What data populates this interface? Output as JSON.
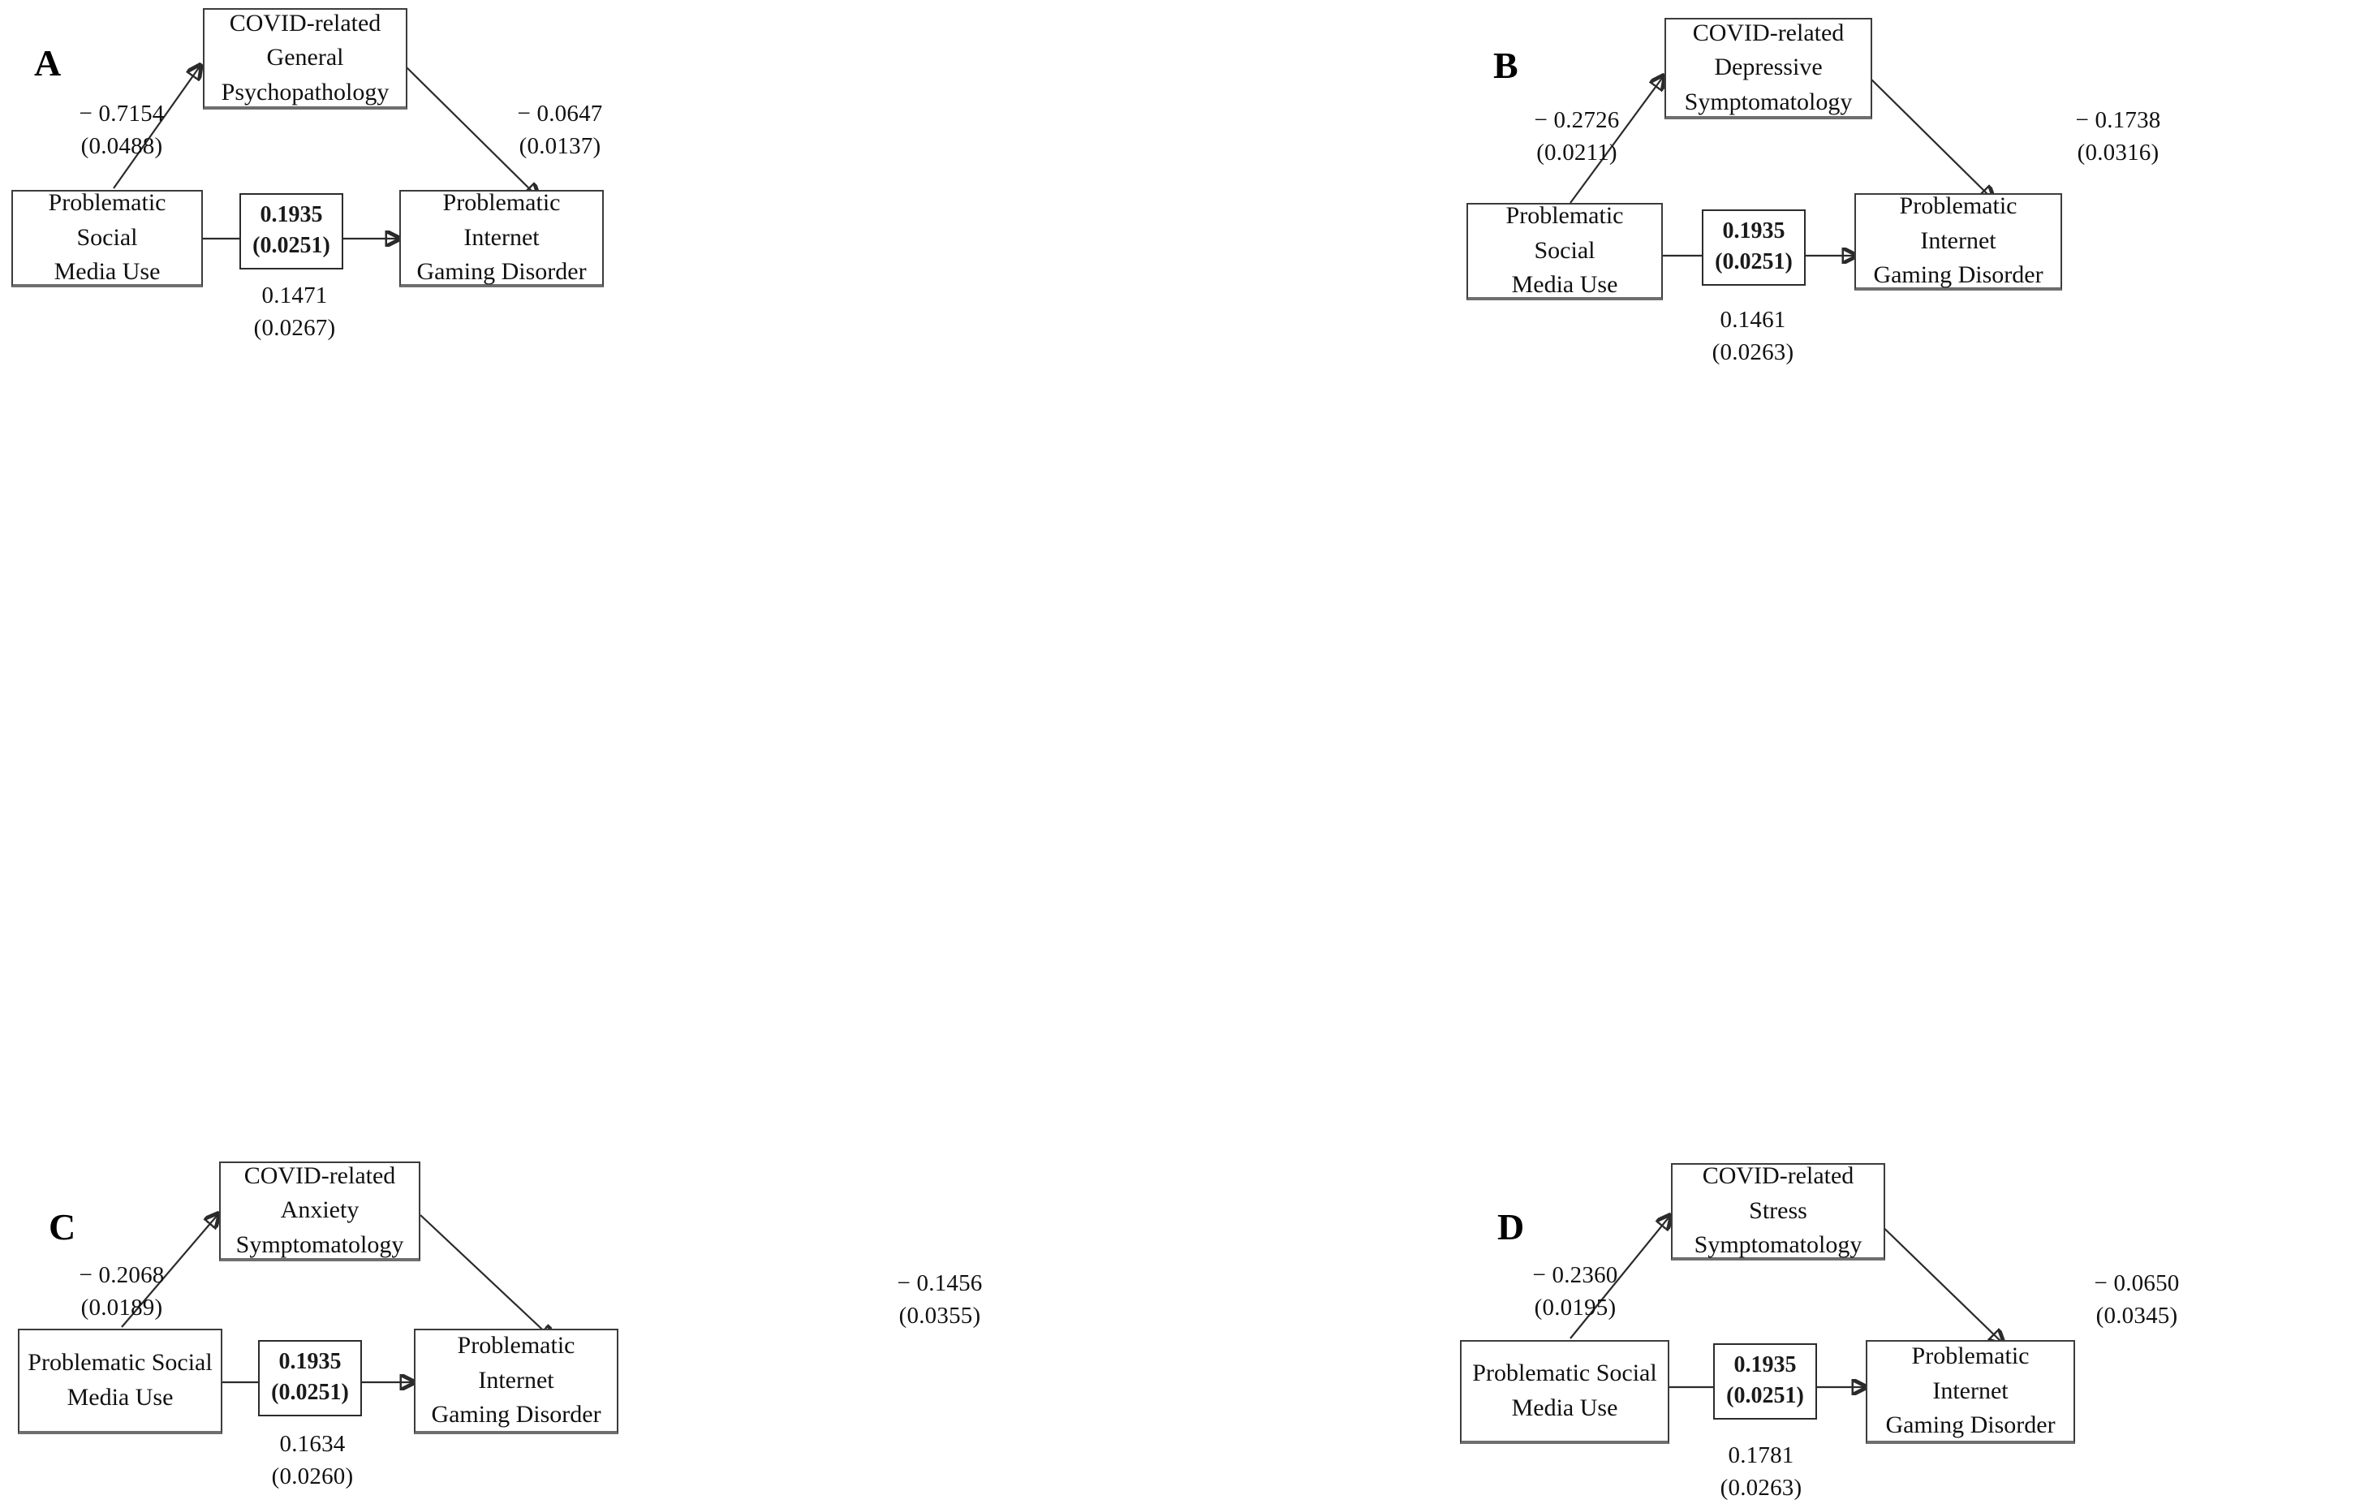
{
  "figure": {
    "type": "mediation-path-diagram-grid",
    "panel_count": 4
  },
  "common": {
    "predictor_label": "Problematic Social\nMedia Use",
    "outcome_label": "Problematic Internet\nGaming Disorder",
    "direct_effect": "0.1935\n(0.0251)"
  },
  "panels": [
    {
      "letter": "A",
      "mediator_label": "COVID-related\nGeneral\nPsychopathology",
      "path_a": "− 0.7154\n(0.0488)",
      "path_b": "− 0.0647\n(0.0137)",
      "indirect_effect": "0.1471\n(0.0267)"
    },
    {
      "letter": "B",
      "mediator_label": "COVID-related\nDepressive\nSymptomatology",
      "path_a": "− 0.2726\n(0.0211)",
      "path_b": "− 0.1738\n(0.0316)",
      "indirect_effect": "0.1461\n(0.0263)"
    },
    {
      "letter": "C",
      "mediator_label": "COVID-related\nAnxiety\nSymptomatology",
      "path_a": "− 0.2068\n(0.0189)",
      "path_b": "− 0.1456\n(0.0355)",
      "indirect_effect": "0.1634\n(0.0260)"
    },
    {
      "letter": "D",
      "mediator_label": "COVID-related\nStress\nSymptomatology",
      "path_a": "− 0.2360\n(0.0195)",
      "path_b": "− 0.0650\n(0.0345)",
      "indirect_effect": "0.1781\n(0.0263)"
    }
  ],
  "chart_data": {
    "type": "diagram",
    "title": "",
    "description": "Four parallel simple mediation models (A-D) linking Problematic Social Media Use to Problematic Internet Gaming Disorder through COVID-related mental health mediators. Unstandardized coefficients with standard errors in parentheses.",
    "predictor": "Problematic Social Media Use",
    "outcome": "Problematic Internet Gaming Disorder",
    "direct_effect": {
      "estimate": 0.1935,
      "se": 0.0251,
      "boxed": true,
      "bold": true
    },
    "models": [
      {
        "panel": "A",
        "mediator": "COVID-related General Psychopathology",
        "a_path": {
          "estimate": -0.7154,
          "se": 0.0488
        },
        "b_path": {
          "estimate": -0.0647,
          "se": 0.0137
        },
        "indirect_or_total": {
          "estimate": 0.1471,
          "se": 0.0267
        }
      },
      {
        "panel": "B",
        "mediator": "COVID-related Depressive Symptomatology",
        "a_path": {
          "estimate": -0.2726,
          "se": 0.0211
        },
        "b_path": {
          "estimate": -0.1738,
          "se": 0.0316
        },
        "indirect_or_total": {
          "estimate": 0.1461,
          "se": 0.0263
        }
      },
      {
        "panel": "C",
        "mediator": "COVID-related Anxiety Symptomatology",
        "a_path": {
          "estimate": -0.2068,
          "se": 0.0189
        },
        "b_path": {
          "estimate": -0.1456,
          "se": 0.0355
        },
        "indirect_or_total": {
          "estimate": 0.1634,
          "se": 0.026
        }
      },
      {
        "panel": "D",
        "mediator": "COVID-related Stress Symptomatology",
        "a_path": {
          "estimate": -0.236,
          "se": 0.0195
        },
        "b_path": {
          "estimate": -0.065,
          "se": 0.0345
        },
        "indirect_or_total": {
          "estimate": 0.1781,
          "se": 0.0263
        }
      }
    ]
  }
}
